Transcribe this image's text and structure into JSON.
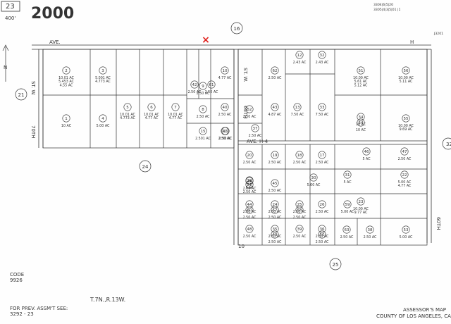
{
  "header": {
    "book": "23",
    "scale": "400'",
    "year": "2000",
    "corner_codes": [
      "3304|6|5|20",
      "3305|4|3|5|01 |1",
      "J3201"
    ]
  },
  "streets": {
    "top": "AVE.",
    "top_right": "H",
    "left_vertical": "70TH ST. W.",
    "mid_vertical": "65TH ST. W.",
    "mid_horizontal": "AVE. H-4",
    "right_vertical": "60TH ST."
  },
  "marker": "×",
  "north_arrow": "N",
  "map_sheets": [
    "16",
    "21",
    "24",
    "25",
    "32"
  ],
  "parcels": [
    {
      "id": "1",
      "area": "10 AC"
    },
    {
      "id": "2",
      "area": "10.01 AC / 5.453 AC / 4.55 AC"
    },
    {
      "id": "3",
      "area": "5.001 AC / 4.773 AC"
    },
    {
      "id": "4",
      "area": "5.00 AC"
    },
    {
      "id": "5",
      "area": "10.01 AC / 4.773 AC"
    },
    {
      "id": "6",
      "area": "10.01 AC / 4.77 AC"
    },
    {
      "id": "7",
      "area": "10.01 AC / 4.77 AC"
    },
    {
      "id": "8",
      "area": "2.50 AC"
    },
    {
      "id": "9",
      "area": "2.50 AC"
    },
    {
      "id": "10",
      "area": "4.77 AC"
    },
    {
      "id": "12",
      "area": "2.43 AC"
    },
    {
      "id": "13",
      "area": "7.50 AC"
    },
    {
      "id": "15",
      "area": "2.501 AC"
    },
    {
      "id": "16",
      "area": "2.50 AC"
    },
    {
      "id": "17",
      "area": "2.50 AC"
    },
    {
      "id": "18",
      "area": "2.50 AC"
    },
    {
      "id": "19",
      "area": "2.50 AC"
    },
    {
      "id": "20",
      "area": "2.50 AC"
    },
    {
      "id": "21",
      "area": "2.50 AC"
    },
    {
      "id": "22",
      "area": "5.00 AC / 4.77 AC"
    },
    {
      "id": "23",
      "area": "10.00 AC / 9.77 AC"
    },
    {
      "id": "24",
      "area": "2.50 AC"
    },
    {
      "id": "25",
      "area": "2.50 AC"
    },
    {
      "id": "26",
      "area": "2.50 AC"
    },
    {
      "id": "28",
      "area": "2.50 AC"
    },
    {
      "id": "29",
      "area": "5 AC"
    },
    {
      "id": "30",
      "area": "5.00 AC"
    },
    {
      "id": "31",
      "area": "5 AC"
    },
    {
      "id": "32",
      "area": "2.43 AC"
    },
    {
      "id": "33",
      "area": "7.50 AC"
    },
    {
      "id": "34",
      "area": "10 AC"
    },
    {
      "id": "35",
      "area": "2.50 AC"
    },
    {
      "id": "36",
      "area": "2.50 AC"
    },
    {
      "id": "37",
      "area": "2.50 AC"
    },
    {
      "id": "38",
      "area": "2.50 AC"
    },
    {
      "id": "39",
      "area": "2.50 AC"
    },
    {
      "id": "40",
      "area": "2.50 AC"
    },
    {
      "id": "41",
      "area": "2.50 AC"
    },
    {
      "id": "42",
      "area": "2.50 AC"
    },
    {
      "id": "43",
      "area": "4.87 AC"
    },
    {
      "id": "44",
      "area": "2.50 AC"
    },
    {
      "id": "45",
      "area": "2.50 AC"
    },
    {
      "id": "46",
      "area": "5 AC"
    },
    {
      "id": "47",
      "area": "2.50 AC"
    },
    {
      "id": "48",
      "area": "2.50 AC"
    },
    {
      "id": "49",
      "area": "2.50 AC"
    },
    {
      "id": "50",
      "area": "2.50 AC"
    },
    {
      "id": "51",
      "area": "10.00 AC / 5.61 AC / 5.12 AC"
    },
    {
      "id": "52",
      "area": "2.50 AC"
    },
    {
      "id": "53",
      "area": "5.00 AC"
    },
    {
      "id": "54",
      "area": "10 AC"
    },
    {
      "id": "55",
      "area": "10.00 AC / 9.69 AC"
    },
    {
      "id": "56",
      "area": "10.00 AC / 5.11 AC"
    },
    {
      "id": "57",
      "area": "2.50 AC"
    },
    {
      "id": "58",
      "area": "2.50 AC"
    },
    {
      "id": "59",
      "area": "5.00 AC"
    },
    {
      "id": "60",
      "area": "2.50 AC"
    },
    {
      "id": "61",
      "area": "2.50 AC"
    },
    {
      "id": "62",
      "area": "2.50 AC"
    },
    {
      "id": "63",
      "area": "2.50 AC"
    }
  ],
  "footer": {
    "code_label": "CODE",
    "code_value": "9926",
    "township": "T.7N.,R.13W.",
    "prev_label": "FOR PREV. ASSM'T SEE:",
    "prev_value": "3292 - 23",
    "assessor_title": "ASSESSOR'S MAP",
    "assessor_county": "COUNTY OF LOS ANGELES, CALIF."
  }
}
